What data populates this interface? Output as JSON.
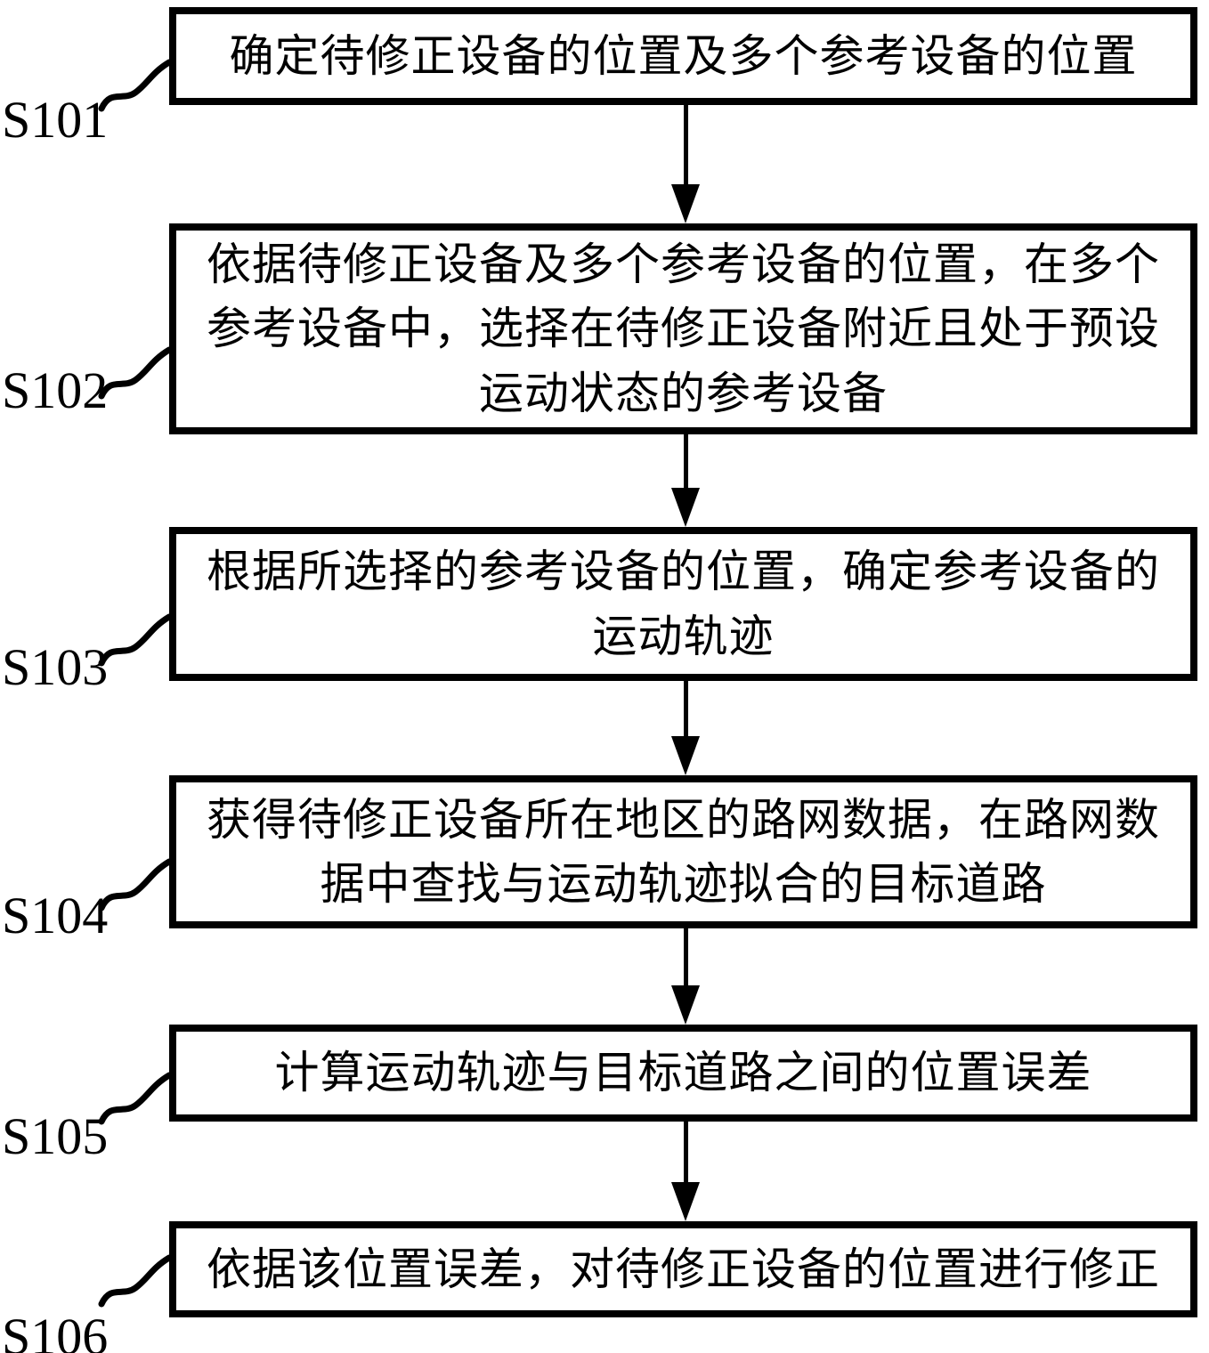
{
  "figure": {
    "kind": "flowchart",
    "background_color": "#ffffff",
    "ink_color": "#000000"
  },
  "steps": [
    {
      "id": "S101",
      "lines": [
        "确定待修正设备的位置及多个参考设备的位置"
      ]
    },
    {
      "id": "S102",
      "lines": [
        "依据待修正设备及多个参考设备的位置，在多个",
        "参考设备中，选择在待修正设备附近且处于预设",
        "运动状态的参考设备"
      ]
    },
    {
      "id": "S103",
      "lines": [
        "根据所选择的参考设备的位置，确定参考设备的",
        "运动轨迹"
      ]
    },
    {
      "id": "S104",
      "lines": [
        "获得待修正设备所在地区的路网数据，在路网数",
        "据中查找与运动轨迹拟合的目标道路"
      ]
    },
    {
      "id": "S105",
      "lines": [
        "计算运动轨迹与目标道路之间的位置误差"
      ]
    },
    {
      "id": "S106",
      "lines": [
        "依据该位置误差，对待修正设备的位置进行修正"
      ]
    }
  ]
}
